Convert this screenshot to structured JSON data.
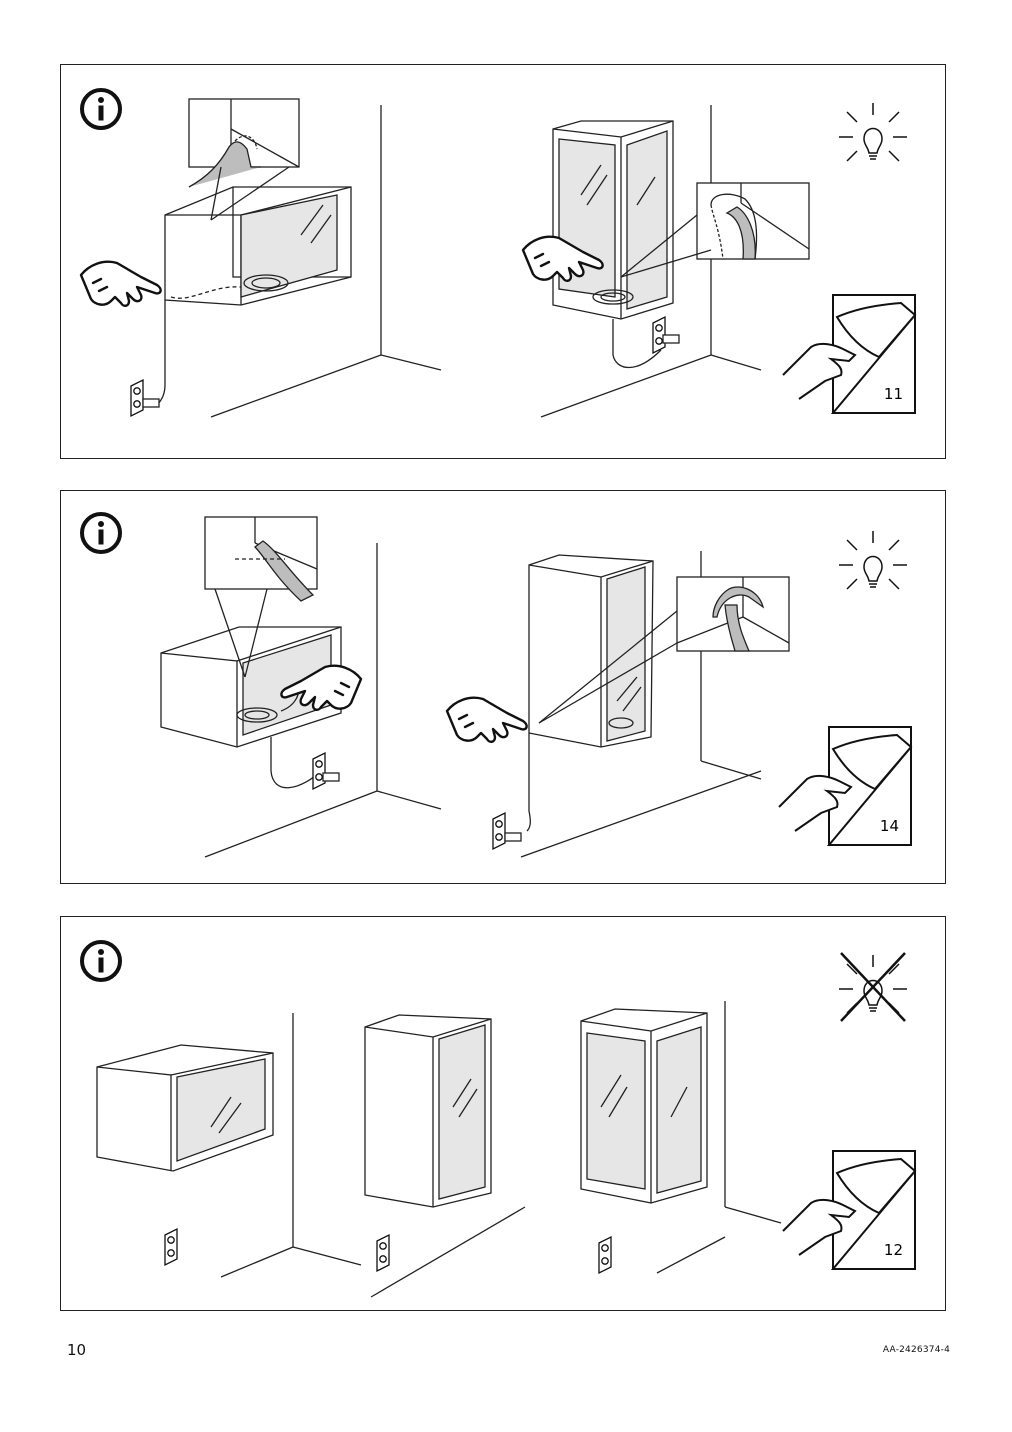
{
  "page": {
    "number": "10",
    "doc_code": "AA-2426374-4"
  },
  "panels": [
    {
      "id": "panel-1",
      "info_icon": "info-icon",
      "light_icon": "lightbulb-on-icon",
      "page_ref": "11"
    },
    {
      "id": "panel-2",
      "info_icon": "info-icon",
      "light_icon": "lightbulb-on-icon",
      "page_ref": "14"
    },
    {
      "id": "panel-3",
      "info_icon": "info-icon",
      "light_icon": "lightbulb-off-icon",
      "page_ref": "12"
    }
  ],
  "colors": {
    "line": "#222222",
    "glass": "#dcdcdc",
    "cable": "#9a9a9a"
  }
}
